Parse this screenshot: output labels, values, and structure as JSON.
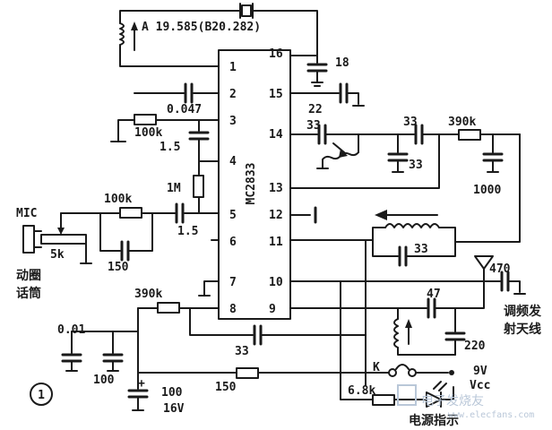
{
  "ic": {
    "name": "MC2833",
    "pins_left": [
      "1",
      "2",
      "3",
      "4",
      "5",
      "6",
      "7",
      "8"
    ],
    "pins_right": [
      "16",
      "15",
      "14",
      "13",
      "12",
      "11",
      "10",
      "9"
    ]
  },
  "crystal_label": "A 19.585(B20.282)",
  "components": {
    "c18": "18",
    "c22": "22",
    "c0047": "0.047",
    "r100k_a": "100k",
    "c15": "1.5",
    "r1m": "1M",
    "r100k_b": "100k",
    "c15b": "1.5",
    "mic": "MIC",
    "pot5k": "5k",
    "c150": "150",
    "mic_cn_1": "动圈",
    "mic_cn_2": "话筒",
    "c33_a": "33",
    "c33_b": "33",
    "c33_c": "33",
    "r390k_a": "390k",
    "c1000": "1000",
    "c33_coil": "33",
    "c470": "470",
    "c47": "47",
    "c220": "220",
    "ant_cn_1": "调频发",
    "ant_cn_2": "射天线",
    "r390k_b": "390k",
    "c33_d": "33",
    "c001": "0.01",
    "c100": "100",
    "c100_16v_a": "100",
    "c100_16v_b": "16V",
    "r150": "150",
    "switch_k": "K",
    "vcc_a": "9V",
    "vcc_b": "Vcc",
    "r68k": "6.8k",
    "led_cn": "电源指示"
  },
  "figure_number": "1",
  "watermark": {
    "text": "电子发烧友",
    "url": "www.elecfans.com"
  }
}
